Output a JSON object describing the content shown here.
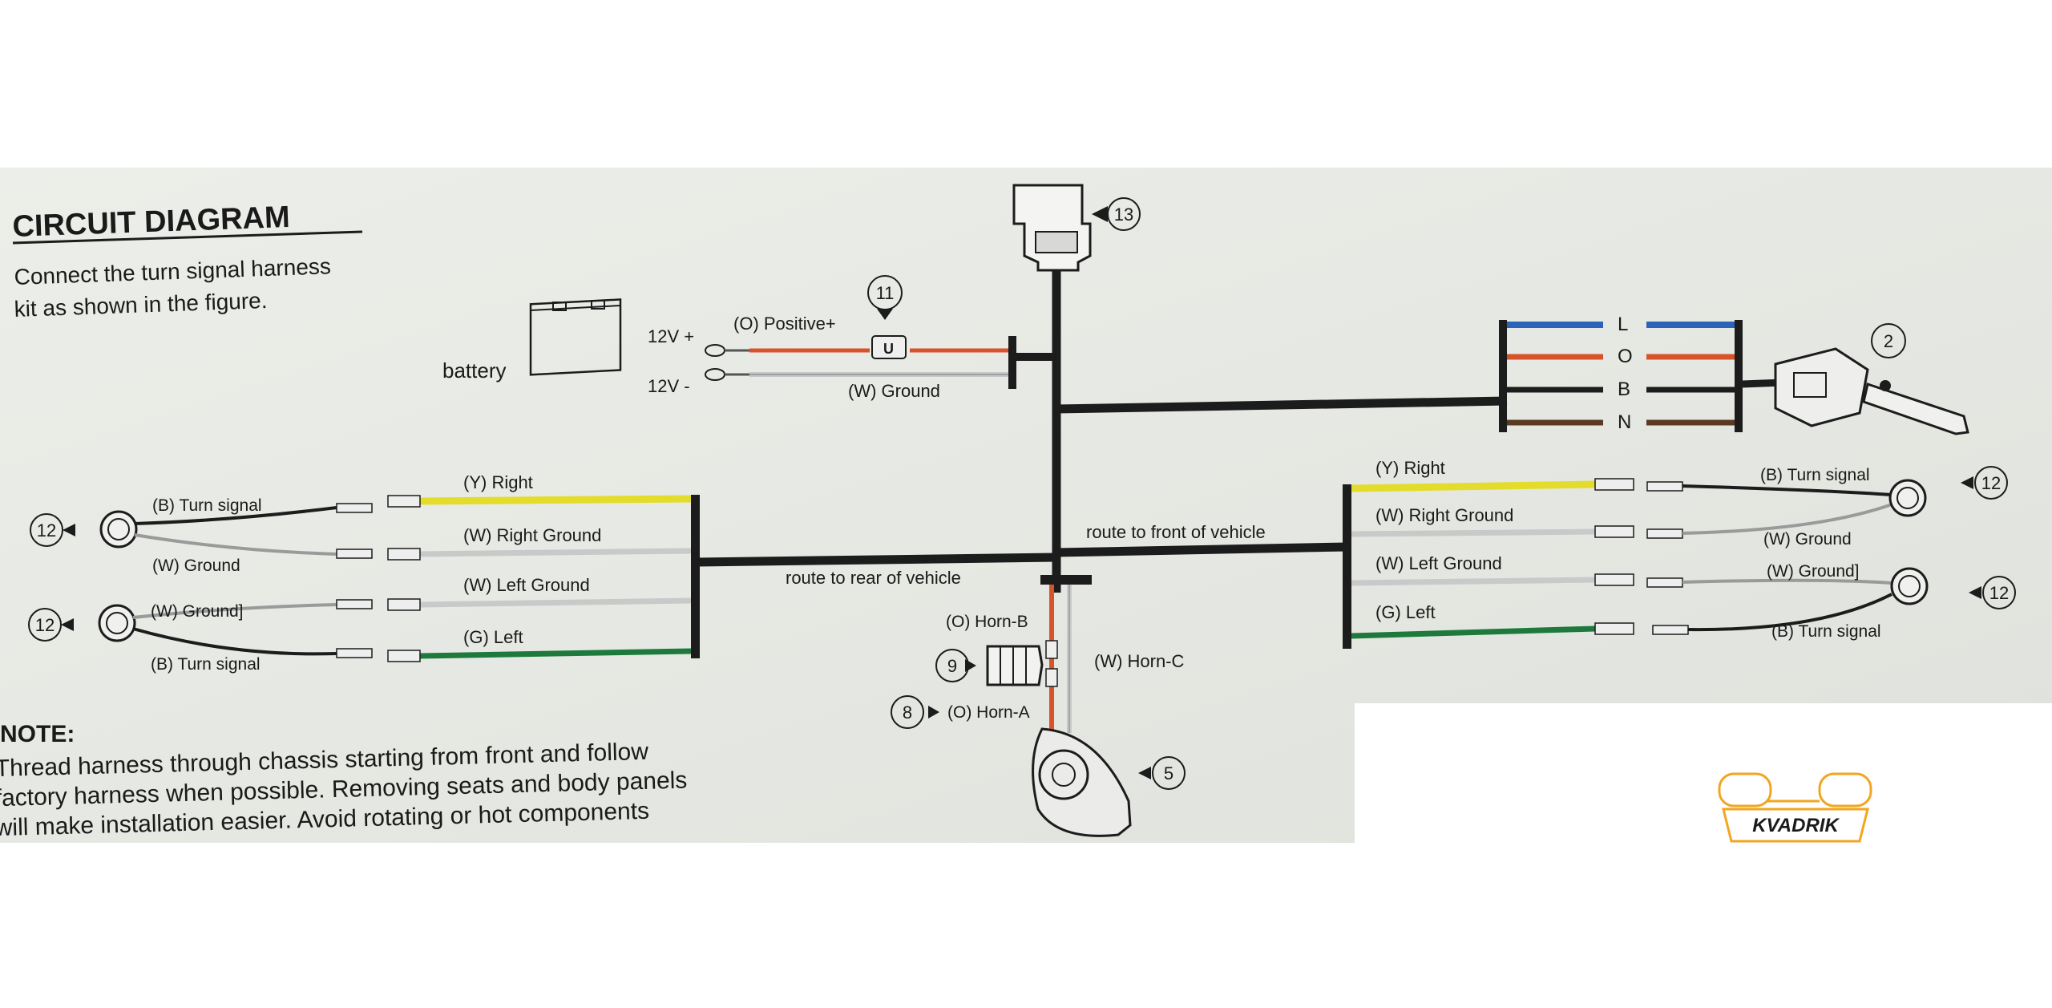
{
  "title": "CIRCUIT DIAGRAM",
  "instructions": [
    "Connect the turn signal harness",
    "kit as shown in the figure."
  ],
  "battery": {
    "label": "battery",
    "pos_label": "12V +",
    "neg_label": "12V -",
    "positive_wire": "(O) Positive+",
    "ground_wire": "(W) Ground"
  },
  "callouts": {
    "c13": "13",
    "c11": "11",
    "c2": "2",
    "c12": "12",
    "c9": "9",
    "c8": "8",
    "c5": "5"
  },
  "switch_letters": [
    "L",
    "O",
    "B",
    "N"
  ],
  "left_lights": {
    "top": {
      "signal": "(B) Turn signal",
      "ground": "(W) Ground"
    },
    "bottom": {
      "ground": "(W) Ground]",
      "signal": "(B) Turn signal"
    }
  },
  "left_bundle": [
    "(Y) Right",
    "(W) Right Ground",
    "(W) Left Ground",
    "(G) Left"
  ],
  "right_bundle": [
    "(Y) Right",
    "(W) Right Ground",
    "(W) Left Ground",
    "(G) Left"
  ],
  "right_lights": {
    "top": {
      "signal": "(B) Turn signal",
      "ground": "(W) Ground"
    },
    "bottom": {
      "ground": "(W) Ground]",
      "signal": "(B) Turn signal"
    }
  },
  "routes": {
    "front": "route to front of vehicle",
    "rear": "route to rear of vehicle"
  },
  "horn": {
    "horn_b": "(O) Horn-B",
    "horn_a": "(O) Horn-A",
    "horn_c": "(W) Horn-C"
  },
  "note": {
    "heading": "NOTE:",
    "lines": [
      "Thread harness through chassis starting from front and follow",
      "factory harness when possible. Removing seats and body panels",
      "will make installation easier. Avoid rotating or hot components"
    ]
  },
  "logo": {
    "text": "KVADRIK"
  },
  "colors": {
    "black": "#1c1c1c",
    "orange": "#d9532a",
    "yellow": "#e3dc2b",
    "green": "#1e7a3c",
    "blue": "#2a63b8",
    "brown": "#5a3b22",
    "paper": "#e9ebe6",
    "logo": "#f2a51f"
  }
}
